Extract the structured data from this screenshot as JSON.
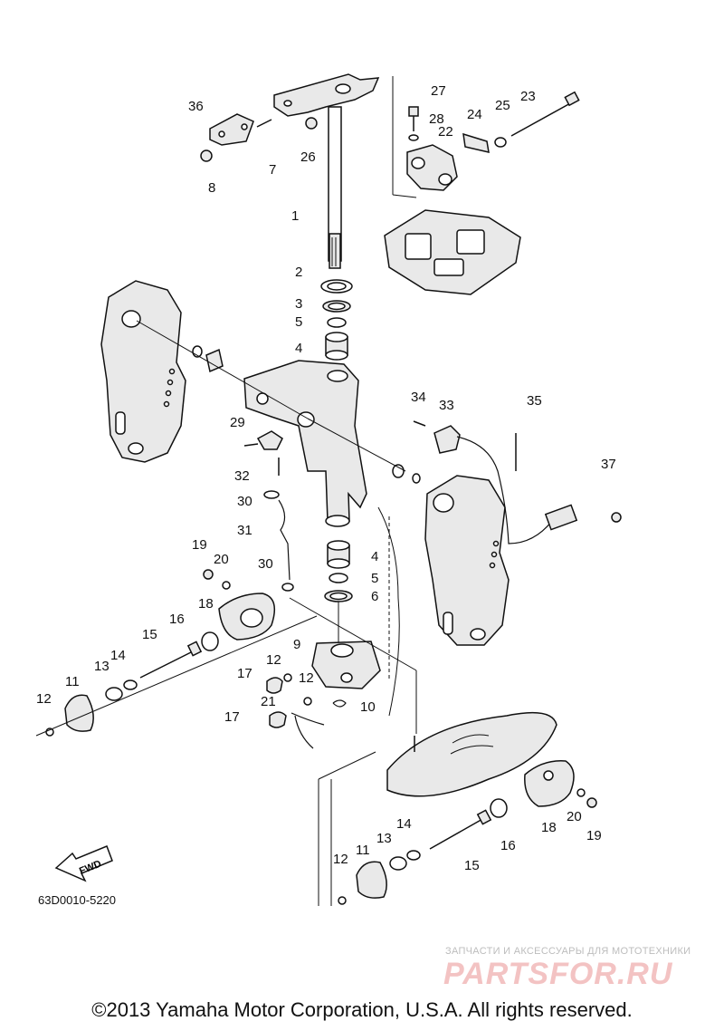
{
  "diagram": {
    "callouts": [
      {
        "id": "c1",
        "text": "1"
      },
      {
        "id": "c2",
        "text": "2"
      },
      {
        "id": "c3",
        "text": "3"
      },
      {
        "id": "c5a",
        "text": "5"
      },
      {
        "id": "c4a",
        "text": "4"
      },
      {
        "id": "c4b",
        "text": "4"
      },
      {
        "id": "c5b",
        "text": "5"
      },
      {
        "id": "c6",
        "text": "6"
      },
      {
        "id": "c7",
        "text": "7"
      },
      {
        "id": "c8",
        "text": "8"
      },
      {
        "id": "c9",
        "text": "9"
      },
      {
        "id": "c10",
        "text": "10"
      },
      {
        "id": "c11a",
        "text": "11"
      },
      {
        "id": "c11b",
        "text": "11"
      },
      {
        "id": "c12a",
        "text": "12"
      },
      {
        "id": "c12b",
        "text": "12"
      },
      {
        "id": "c12c",
        "text": "12"
      },
      {
        "id": "c12d",
        "text": "12"
      },
      {
        "id": "c13a",
        "text": "13"
      },
      {
        "id": "c13b",
        "text": "13"
      },
      {
        "id": "c14a",
        "text": "14"
      },
      {
        "id": "c14b",
        "text": "14"
      },
      {
        "id": "c15a",
        "text": "15"
      },
      {
        "id": "c15b",
        "text": "15"
      },
      {
        "id": "c16a",
        "text": "16"
      },
      {
        "id": "c16b",
        "text": "16"
      },
      {
        "id": "c17a",
        "text": "17"
      },
      {
        "id": "c17b",
        "text": "17"
      },
      {
        "id": "c18a",
        "text": "18"
      },
      {
        "id": "c18b",
        "text": "18"
      },
      {
        "id": "c19a",
        "text": "19"
      },
      {
        "id": "c19b",
        "text": "19"
      },
      {
        "id": "c20a",
        "text": "20"
      },
      {
        "id": "c20b",
        "text": "20"
      },
      {
        "id": "c21",
        "text": "21"
      },
      {
        "id": "c22",
        "text": "22"
      },
      {
        "id": "c23",
        "text": "23"
      },
      {
        "id": "c24",
        "text": "24"
      },
      {
        "id": "c25",
        "text": "25"
      },
      {
        "id": "c26",
        "text": "26"
      },
      {
        "id": "c27",
        "text": "27"
      },
      {
        "id": "c28",
        "text": "28"
      },
      {
        "id": "c29",
        "text": "29"
      },
      {
        "id": "c30a",
        "text": "30"
      },
      {
        "id": "c30b",
        "text": "30"
      },
      {
        "id": "c31",
        "text": "31"
      },
      {
        "id": "c32",
        "text": "32"
      },
      {
        "id": "c33",
        "text": "33"
      },
      {
        "id": "c34",
        "text": "34"
      },
      {
        "id": "c35",
        "text": "35"
      },
      {
        "id": "c36",
        "text": "36"
      },
      {
        "id": "c37",
        "text": "37"
      }
    ],
    "fwd_label": "FWD",
    "diagram_code": "63D0010-5220"
  },
  "watermark": {
    "subtitle": "ЗАПЧАСТИ И АКСЕССУАРЫ ДЛЯ МОТОТЕХНИКИ",
    "logo_text": "PARTSFOR.RU"
  },
  "footer": {
    "copyright": "©2013 Yamaha Motor Corporation, U.S.A. All rights reserved."
  }
}
